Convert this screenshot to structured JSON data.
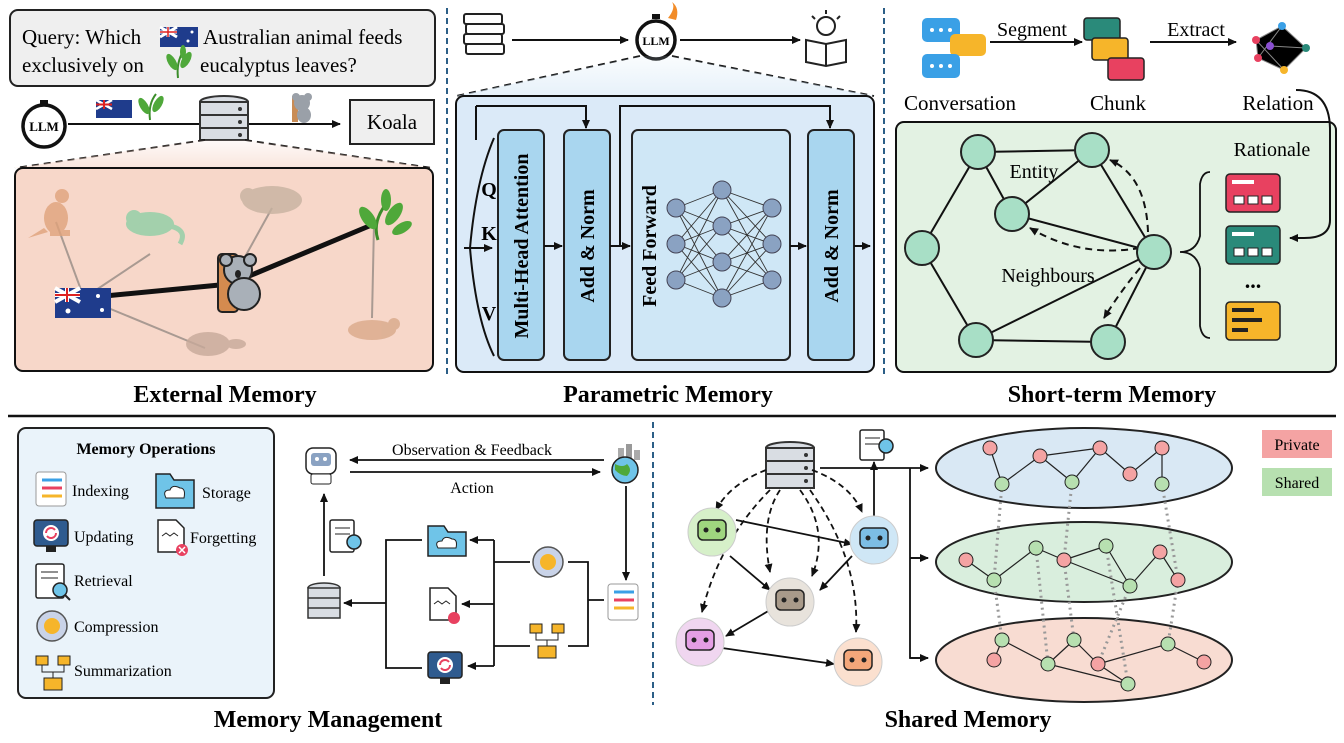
{
  "external": {
    "query_line1": "Query: Which",
    "query_line1b": "Australian animal feeds",
    "query_line2": "exclusively on",
    "query_line2b": "eucalyptus leaves?",
    "llm": "LLM",
    "answer": "Koala",
    "caption": "External Memory"
  },
  "parametric": {
    "llm": "LLM",
    "q": "Q",
    "k": "K",
    "v": "V",
    "mha": "Multi-Head Attention",
    "addnorm1": "Add & Norm",
    "ff": "Feed Forward",
    "addnorm2": "Add & Norm",
    "caption": "Parametric Memory"
  },
  "shortterm": {
    "segment": "Segment",
    "extract": "Extract",
    "conversation": "Conversation",
    "chunk": "Chunk",
    "relation": "Relation",
    "entity": "Entity",
    "neighbours": "Neighbours",
    "rationale": "Rationale",
    "dots": "...",
    "caption": "Short-term Memory"
  },
  "management": {
    "ops_title": "Memory Operations",
    "ops": [
      "Indexing",
      "Storage",
      "Updating",
      "Forgetting",
      "Retrieval",
      "Compression",
      "Summarization"
    ],
    "observation": "Observation & Feedback",
    "action": "Action",
    "caption": "Memory Management"
  },
  "shared": {
    "private": "Private",
    "shared": "Shared",
    "caption": "Shared Memory",
    "colors": {
      "private": "#f4a3a3",
      "shared": "#b7e0b0"
    }
  }
}
